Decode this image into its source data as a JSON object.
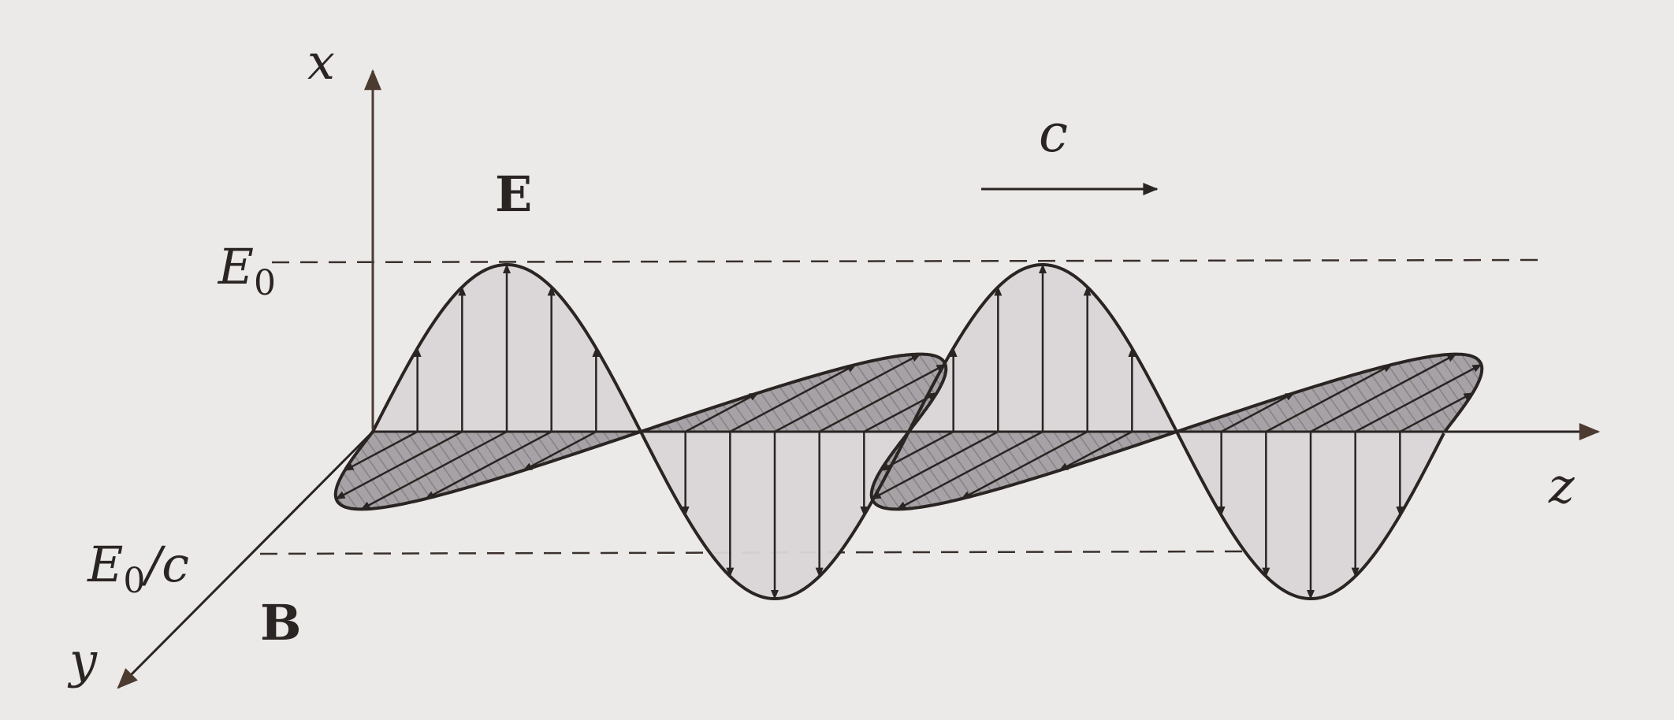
{
  "labels": {
    "x_axis": "x",
    "y_axis": "y",
    "z_axis": "z",
    "e_field": "E",
    "b_field": "B",
    "speed": "c",
    "e_amplitude_base": "E",
    "e_amplitude_sub": "0",
    "b_amplitude_base": "E",
    "b_amplitude_sub": "0",
    "b_amplitude_tail": "/c"
  },
  "colors": {
    "ink": "#2a2422",
    "axis": "#5b4638",
    "e_fill": "#dad6d8",
    "b_fill": "#9e9a9e",
    "background": "#eceae8"
  }
}
